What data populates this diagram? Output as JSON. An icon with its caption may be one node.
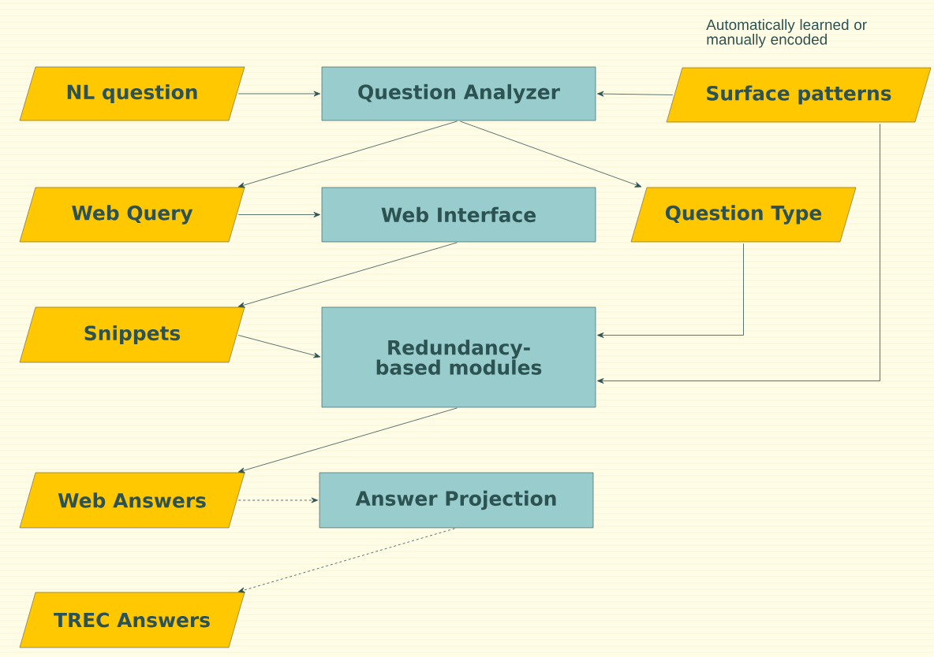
{
  "diagram": {
    "nodes": [
      {
        "text": [
          "NL question"
        ]
      },
      {
        "text": [
          "Question Analyzer"
        ]
      },
      {
        "text": [
          "Surface patterns"
        ],
        "beside": [
          "Automatically learned or manually encoded"
        ]
      },
      {
        "text": [
          "Web Query"
        ]
      },
      {
        "text": [
          "Web Interface"
        ]
      },
      {
        "text": [
          "Question Type"
        ]
      },
      {
        "text": [
          "Snippets"
        ]
      },
      {
        "text": [
          "Redundancy-based modules"
        ]
      },
      {
        "text": [
          "Web Answers"
        ]
      },
      {
        "text": [
          "Answer Projection"
        ]
      },
      {
        "text": [
          "TREC Answers"
        ]
      }
    ],
    "edges": [
      {
        "from": 0,
        "to": 1,
        "arrow": "to"
      },
      {
        "from": 2,
        "to": 1,
        "arrow": "to"
      },
      {
        "from": 1,
        "to": 3,
        "arrow": "to"
      },
      {
        "from": 1,
        "to": 5,
        "arrow": "to"
      },
      {
        "from": 3,
        "to": 4,
        "arrow": "to"
      },
      {
        "from": 4,
        "to": 6,
        "arrow": "to"
      },
      {
        "from": 6,
        "to": 7,
        "arrow": "to"
      },
      {
        "from": 5,
        "to": 7,
        "arrow": "to"
      },
      {
        "from": 2,
        "to": 7,
        "arrow": "to"
      },
      {
        "from": 7,
        "to": 8,
        "arrow": "to"
      },
      {
        "from": 8,
        "to": 9,
        "arrow": "to",
        "style": "dashed"
      },
      {
        "from": 9,
        "to": 10,
        "arrow": "to",
        "style": "dashed"
      }
    ]
  }
}
